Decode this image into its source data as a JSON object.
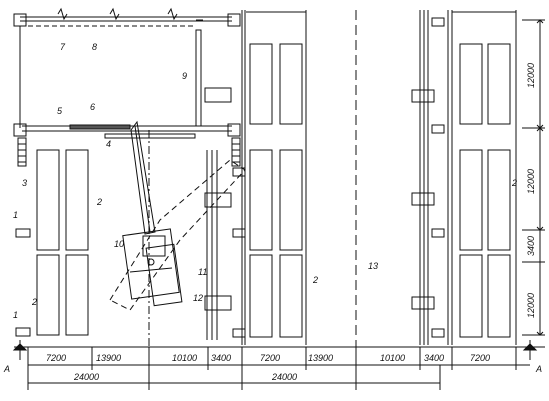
{
  "callouts": [
    {
      "id": "c1a",
      "text": "1"
    },
    {
      "id": "c1b",
      "text": "1"
    },
    {
      "id": "c2a",
      "text": "2"
    },
    {
      "id": "c2b",
      "text": "2"
    },
    {
      "id": "c2c",
      "text": "2"
    },
    {
      "id": "c2d",
      "text": "2"
    },
    {
      "id": "c3",
      "text": "3"
    },
    {
      "id": "c4",
      "text": "4"
    },
    {
      "id": "c5",
      "text": "5"
    },
    {
      "id": "c6",
      "text": "6"
    },
    {
      "id": "c7",
      "text": "7"
    },
    {
      "id": "c8",
      "text": "8"
    },
    {
      "id": "c9",
      "text": "9"
    },
    {
      "id": "c10",
      "text": "10"
    },
    {
      "id": "c11",
      "text": "11"
    },
    {
      "id": "c12",
      "text": "12"
    },
    {
      "id": "c13",
      "text": "13"
    }
  ],
  "dimensions": {
    "bottom_row1": [
      {
        "id": "d7200a",
        "text": "7200"
      },
      {
        "id": "d13900a",
        "text": "13900"
      },
      {
        "id": "d10100a",
        "text": "10100"
      },
      {
        "id": "d3400a",
        "text": "3400"
      },
      {
        "id": "d7200b",
        "text": "7200"
      },
      {
        "id": "d13900b",
        "text": "13900"
      },
      {
        "id": "d10100b",
        "text": "10100"
      },
      {
        "id": "d3400b",
        "text": "3400"
      },
      {
        "id": "d7200c",
        "text": "7200"
      }
    ],
    "bottom_row2": [
      {
        "id": "d24000a",
        "text": "24000"
      },
      {
        "id": "d24000b",
        "text": "24000"
      }
    ],
    "right_vertical": [
      {
        "id": "d12000a",
        "text": "12000"
      },
      {
        "id": "d12000b",
        "text": "12000"
      },
      {
        "id": "d3400v",
        "text": "3400"
      },
      {
        "id": "d12000c",
        "text": "12000"
      }
    ]
  },
  "section_marks": {
    "left": "A",
    "right": "A"
  }
}
